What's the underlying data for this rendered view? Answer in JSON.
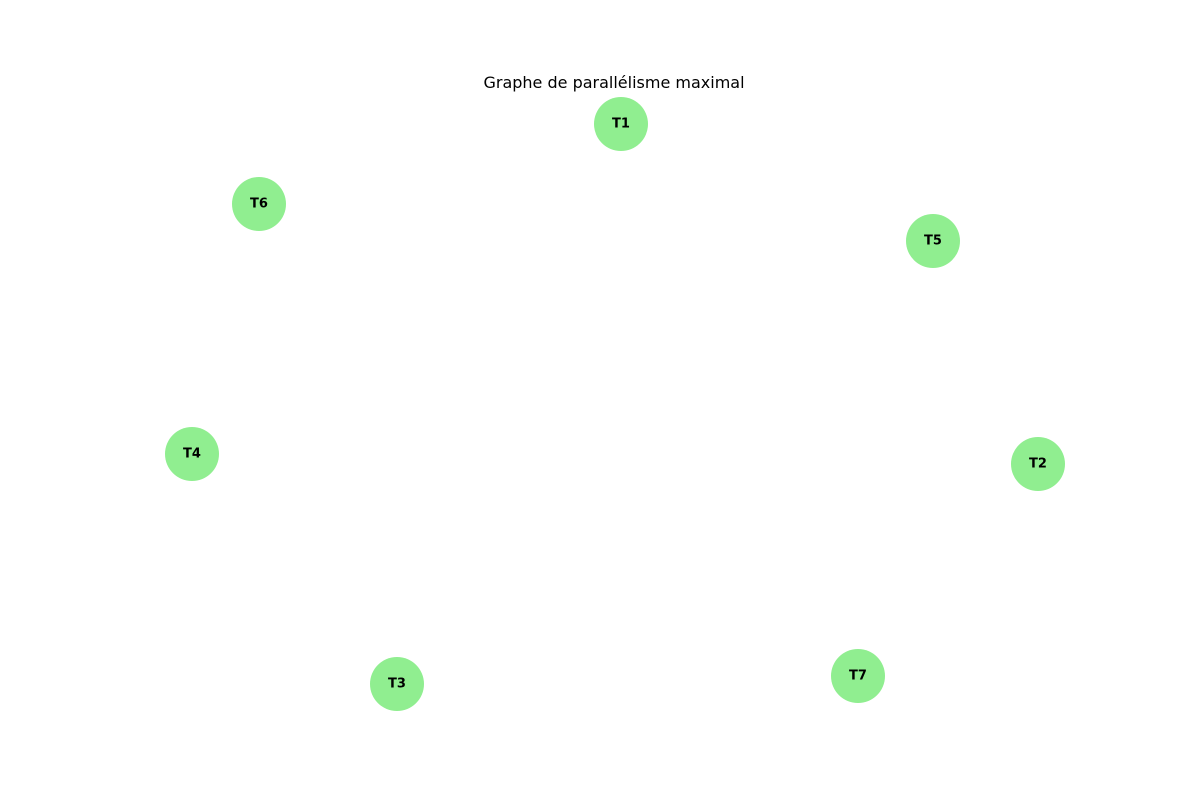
{
  "title": "Graphe de parallélisme maximal",
  "node_color": "#90ee90",
  "nodes": [
    {
      "id": "T1",
      "label": "T1"
    },
    {
      "id": "T2",
      "label": "T2"
    },
    {
      "id": "T3",
      "label": "T3"
    },
    {
      "id": "T4",
      "label": "T4"
    },
    {
      "id": "T5",
      "label": "T5"
    },
    {
      "id": "T6",
      "label": "T6"
    },
    {
      "id": "T7",
      "label": "T7"
    }
  ],
  "edges": []
}
